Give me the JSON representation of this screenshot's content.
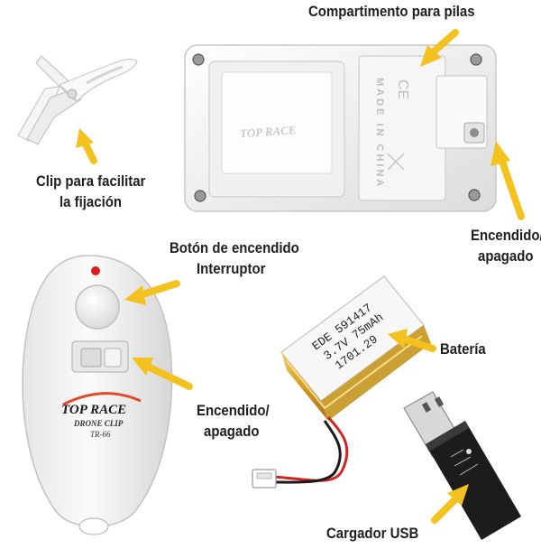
{
  "labels": {
    "battery_compartment": "Compartimento para pilas",
    "clip_line1": "Clip para facilitar",
    "clip_line2": "la fijación",
    "power_switch_line1": "Encendido/",
    "power_switch_line2": "apagado",
    "button_line1": "Botón de encendido",
    "button_line2": "Interruptor",
    "battery": "Batería",
    "remote_switch_line1": "Encendido/",
    "remote_switch_line2": "apagado",
    "usb_charger": "Cargador USB"
  },
  "product_markings": {
    "remote_logo": "TOP RACE",
    "remote_sub1": "DRONE CLIP",
    "remote_sub2": "TR-66",
    "case_logo": "TOP RACE",
    "case_ce": "CE",
    "case_made_in": "MADE IN CHINA",
    "battery_text1": "EDE 591417",
    "battery_text2": "3.7V 75mAh",
    "battery_text3": "1701.29"
  },
  "colors": {
    "arrow": "#f4c21f",
    "plastic": "#f3f3f3",
    "battery_gold": "#d9a52a",
    "usb_black": "#1c1c1c"
  }
}
